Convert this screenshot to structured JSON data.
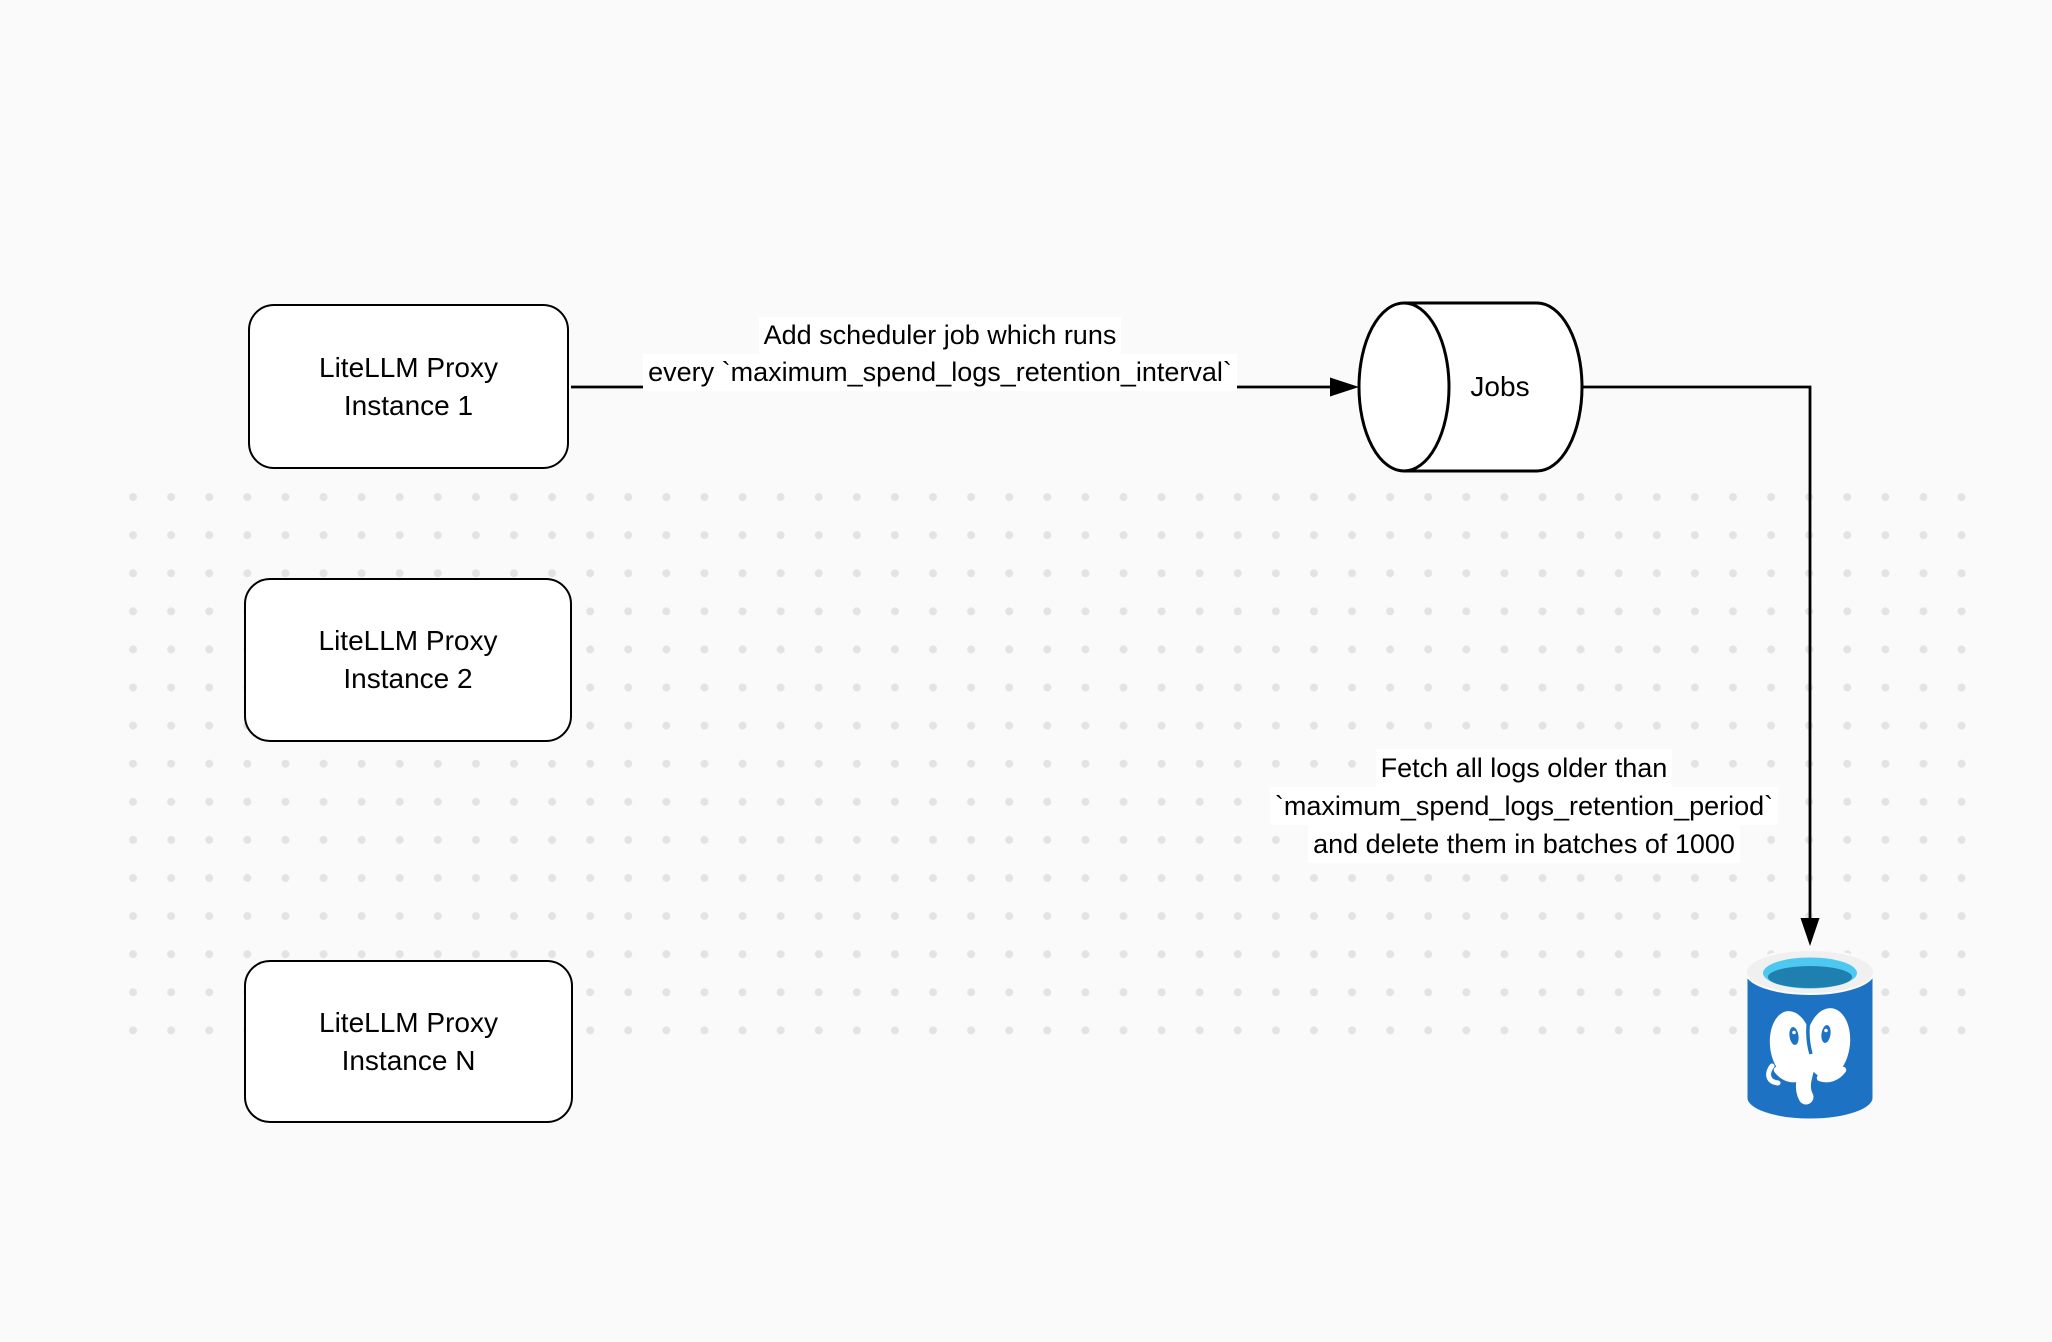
{
  "nodes": {
    "instance1": {
      "lines": [
        "LiteLLM Proxy",
        "Instance 1"
      ]
    },
    "instance2": {
      "lines": [
        "LiteLLM Proxy",
        "Instance 2"
      ]
    },
    "instanceN": {
      "lines": [
        "LiteLLM Proxy",
        "Instance N"
      ]
    },
    "jobs": {
      "label": "Jobs"
    }
  },
  "edges": {
    "scheduler": {
      "lines": [
        "Add scheduler job which runs",
        "every `maximum_spend_logs_retention_interval`"
      ]
    },
    "cleanup": {
      "lines": [
        "Fetch all logs older than",
        "`maximum_spend_logs_retention_period`",
        "and delete them in batches of 1000"
      ]
    }
  },
  "icons": {
    "jobs_cylinder": "horizontal-database-cylinder",
    "postgres": "postgresql-database"
  },
  "colors": {
    "canvas": "#fafafa",
    "dot": "#e3e3e3",
    "stroke": "#000000",
    "node_fill": "#ffffff",
    "postgres_body": "#1e72c4",
    "postgres_rim": "#f0f0f0",
    "postgres_water": "#4dc8f0",
    "postgres_water_shadow": "#1f7fae",
    "postgres_elephant": "#ffffff"
  }
}
